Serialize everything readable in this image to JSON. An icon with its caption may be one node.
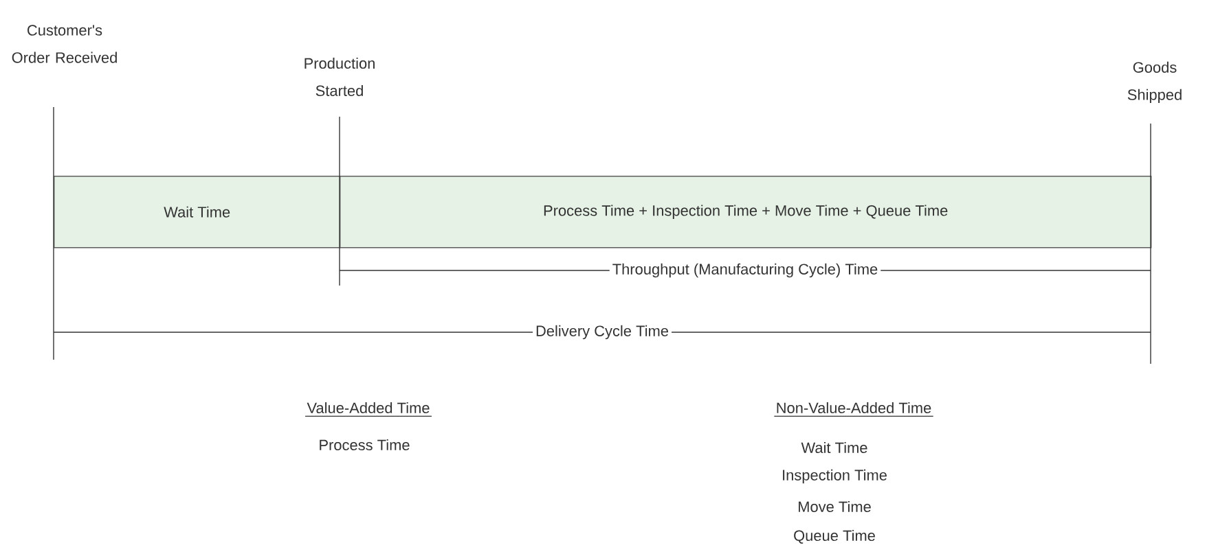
{
  "diagram": {
    "nodes": [
      {
        "text": [
          "Wait Time"
        ]
      },
      {
        "text": [
          "Process Time + Inspection Time + Move Time + Queue Time"
        ]
      }
    ],
    "edges": [],
    "labels": [
      "Customer's Order Received",
      "Production Started",
      "Goods Shipped",
      "Throughput (Manufacturing Cycle) Time",
      "Delivery Cycle Time",
      "Value-Added Time",
      "Process Time",
      "Non-Value-Added Time",
      "Wait Time",
      "Inspection Time",
      "Move Time",
      "Queue Time"
    ]
  }
}
